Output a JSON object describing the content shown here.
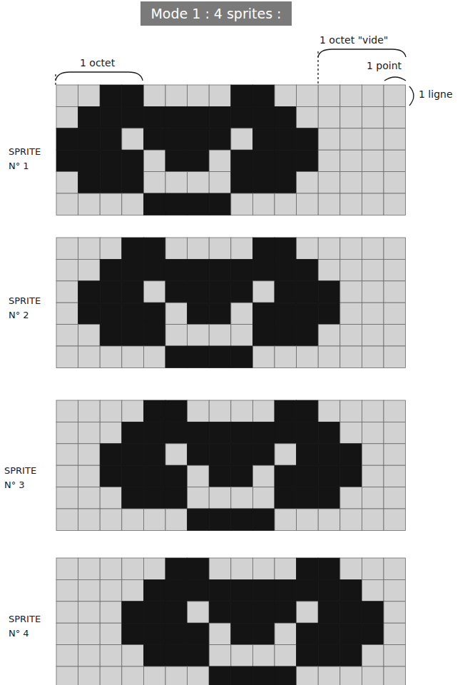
{
  "diagram": {
    "title": "Mode 1 : 4 sprites :",
    "labels": [
      "1 octet",
      "1 octet \"vide\"",
      "1 point",
      "1 ligne",
      "SPRITE N° 1",
      "SPRITE N° 2",
      "SPRITE N° 3",
      "SPRITE N° 4"
    ]
  }
}
